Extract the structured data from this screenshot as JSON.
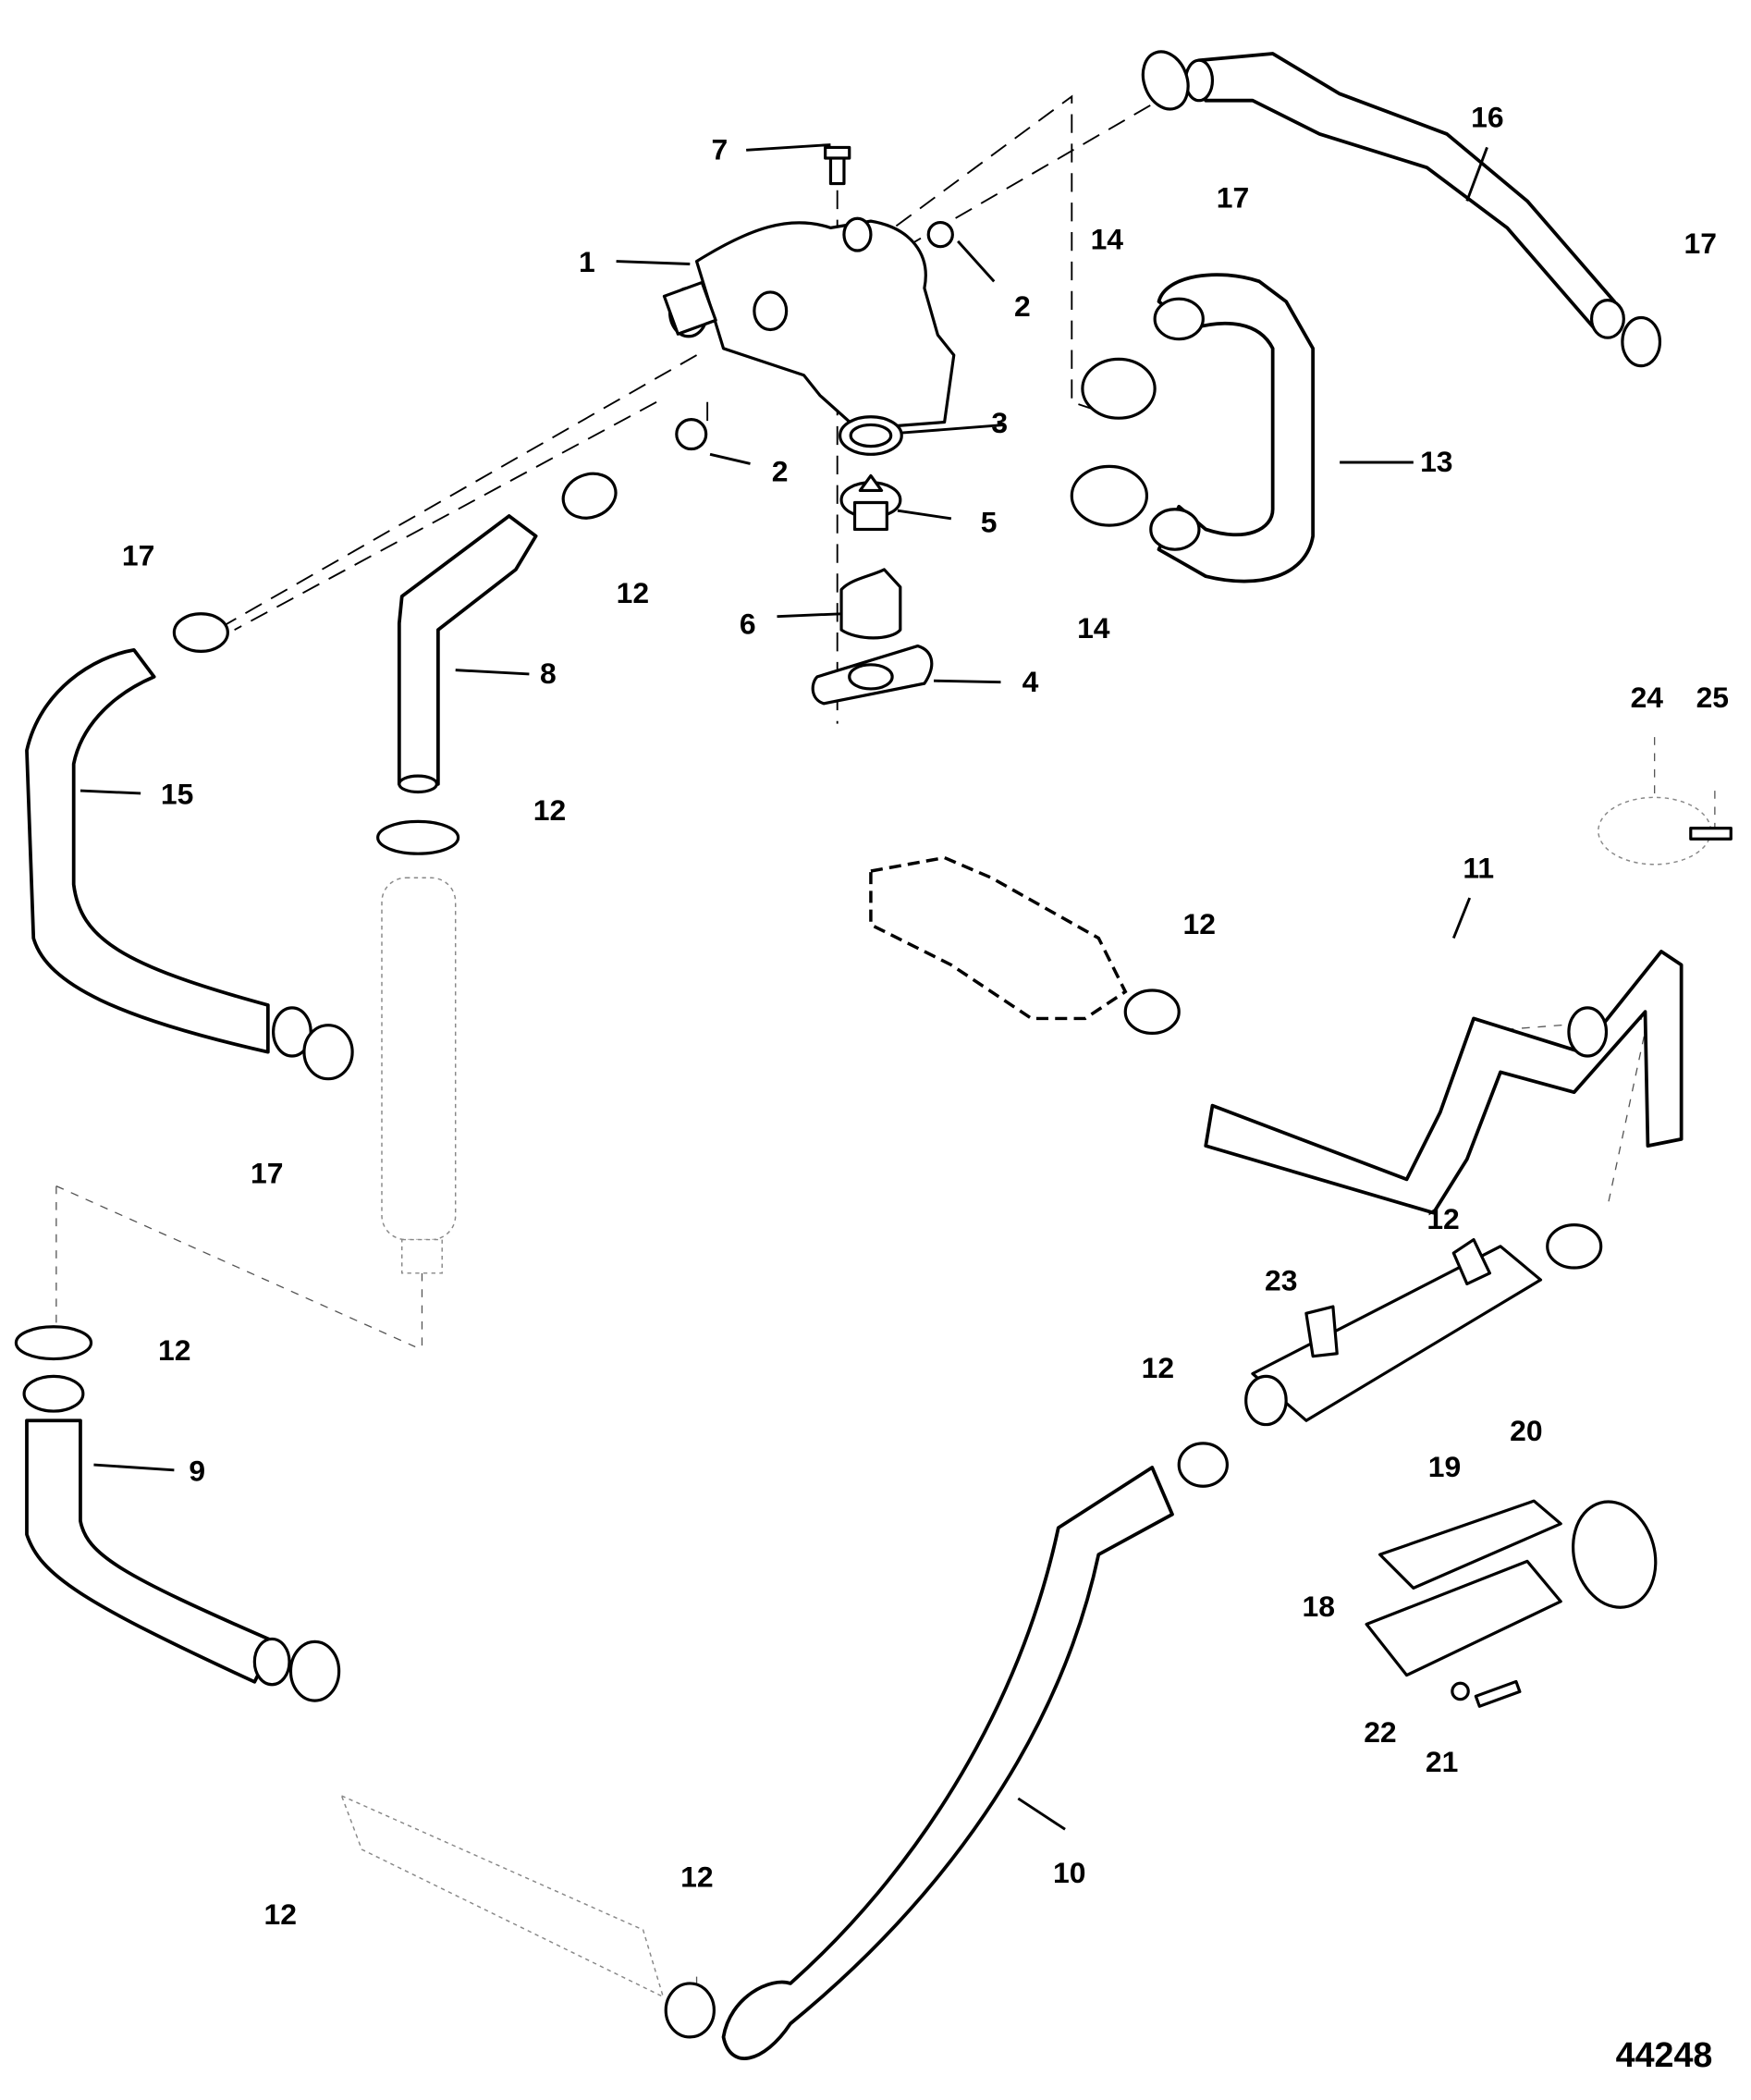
{
  "figure_number": "44248",
  "callouts": [
    {
      "id": "c1",
      "label": "1"
    },
    {
      "id": "c2a",
      "label": "2"
    },
    {
      "id": "c2b",
      "label": "2"
    },
    {
      "id": "c3",
      "label": "3"
    },
    {
      "id": "c4",
      "label": "4"
    },
    {
      "id": "c5",
      "label": "5"
    },
    {
      "id": "c6",
      "label": "6"
    },
    {
      "id": "c7",
      "label": "7"
    },
    {
      "id": "c8",
      "label": "8"
    },
    {
      "id": "c9",
      "label": "9"
    },
    {
      "id": "c10",
      "label": "10"
    },
    {
      "id": "c11",
      "label": "11"
    },
    {
      "id": "c12a",
      "label": "12"
    },
    {
      "id": "c12b",
      "label": "12"
    },
    {
      "id": "c12c",
      "label": "12"
    },
    {
      "id": "c12d",
      "label": "12"
    },
    {
      "id": "c12e",
      "label": "12"
    },
    {
      "id": "c12f",
      "label": "12"
    },
    {
      "id": "c12g",
      "label": "12"
    },
    {
      "id": "c12h",
      "label": "12"
    },
    {
      "id": "c13",
      "label": "13"
    },
    {
      "id": "c14a",
      "label": "14"
    },
    {
      "id": "c14b",
      "label": "14"
    },
    {
      "id": "c15",
      "label": "15"
    },
    {
      "id": "c16",
      "label": "16"
    },
    {
      "id": "c17a",
      "label": "17"
    },
    {
      "id": "c17b",
      "label": "17"
    },
    {
      "id": "c17c",
      "label": "17"
    },
    {
      "id": "c17d",
      "label": "17"
    },
    {
      "id": "c18",
      "label": "18"
    },
    {
      "id": "c19",
      "label": "19"
    },
    {
      "id": "c20",
      "label": "20"
    },
    {
      "id": "c21",
      "label": "21"
    },
    {
      "id": "c22",
      "label": "22"
    },
    {
      "id": "c23",
      "label": "23"
    },
    {
      "id": "c24",
      "label": "24"
    },
    {
      "id": "c25",
      "label": "25"
    }
  ]
}
